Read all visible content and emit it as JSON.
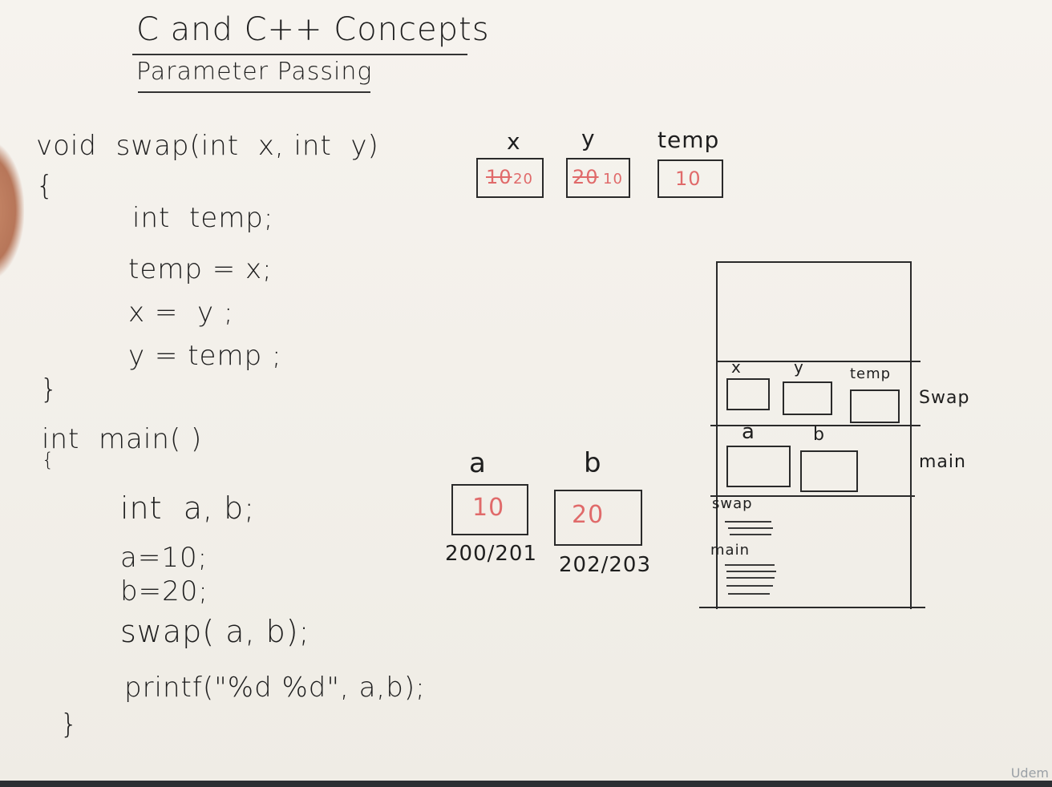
{
  "board": {
    "title": "C and C++ Concepts",
    "subtitle": "Parameter Passing"
  },
  "code": {
    "swap_sig": "void  swap(int  x, int  y)",
    "open1": "{",
    "l1": "int  temp;",
    "l2": "temp = x;",
    "l3": "x =  y ;",
    "l4": "y = temp ;",
    "close1": "}",
    "main_sig": "int  main( )",
    "open2": "{",
    "m1": "int  a, b;",
    "m2": "a=10;",
    "m3": "b=20;",
    "m4": "swap( a, b);",
    "m5": "printf(\"%d %d\", a,b);",
    "close2": "}"
  },
  "swap_vars": {
    "x_label": "x",
    "y_label": "y",
    "temp_label": "temp",
    "x_old": "10",
    "x_new": "20",
    "y_old": "20",
    "y_new": "10",
    "temp_val": "10"
  },
  "main_vars": {
    "a_label": "a",
    "b_label": "b",
    "a_val": "10",
    "b_val": "20",
    "a_addr": "200/201",
    "b_addr": "202/203"
  },
  "stack": {
    "swap_frame_label": "Swap",
    "main_frame_label": "main",
    "x": "x",
    "y": "y",
    "temp": "temp",
    "a": "a",
    "b": "b",
    "code_swap": "swap",
    "code_main": "main"
  },
  "watermark": "Udem"
}
